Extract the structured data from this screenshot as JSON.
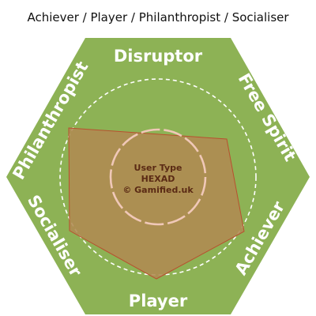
{
  "title": "Achiever / Player / Philanthropist / Socialiser",
  "colors": {
    "hexagon_fill": "#8db255",
    "profile_fill": "#b08a52",
    "profile_stroke": "#b8502f",
    "guide_circle": "#ffffff",
    "inner_circle": "#f0c8b8",
    "center_text": "#5a2a14"
  },
  "labels": {
    "disruptor": "Disruptor",
    "free_spirit": "Free Spirit",
    "achiever": "Achiever",
    "player": "Player",
    "socialiser": "Socialiser",
    "philanthropist": "Philanthropist"
  },
  "center": {
    "line1": "User Type",
    "line2": "HEXAD",
    "line3": "© Gamified.uk"
  }
}
